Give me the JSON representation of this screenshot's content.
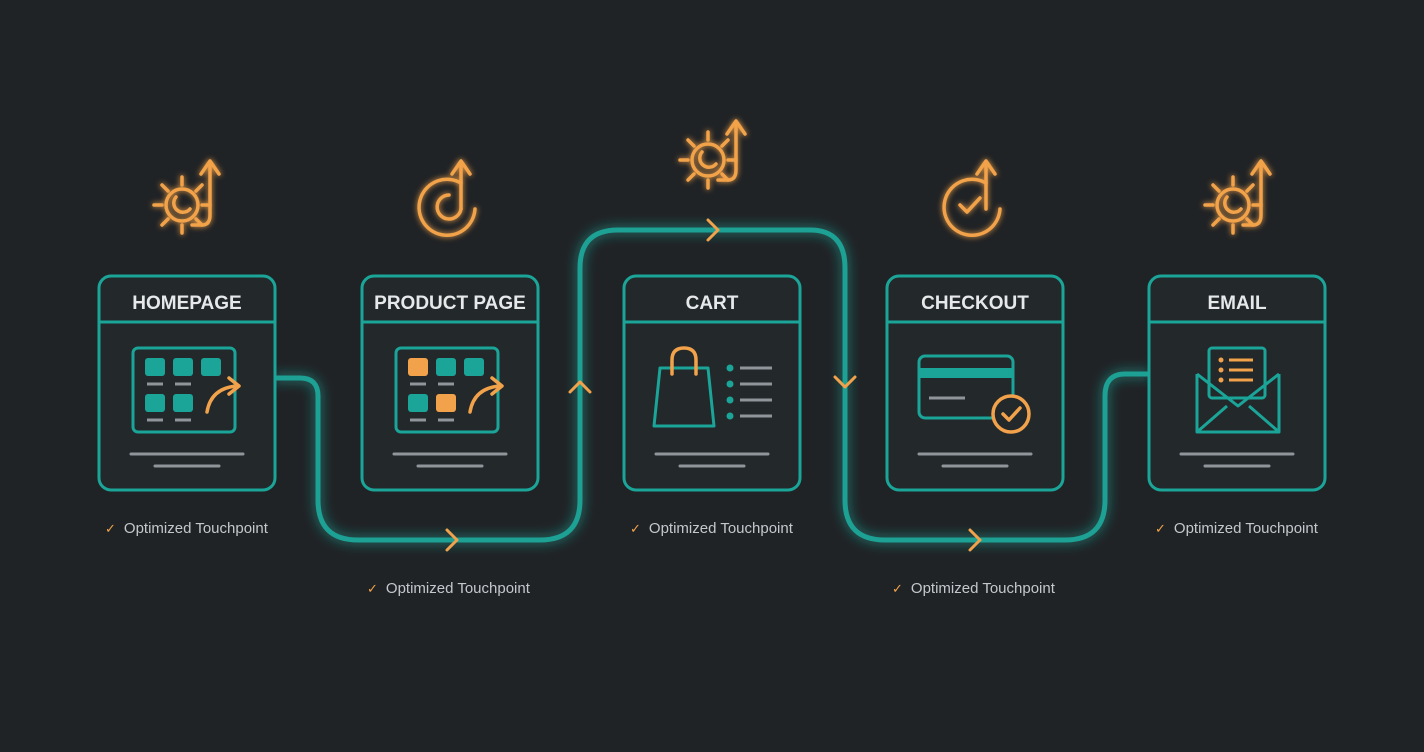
{
  "colors": {
    "background": "#202326",
    "teal": "#1aa598",
    "teal_glow": "#22d4c2",
    "orange": "#f2a24a",
    "text": "#e6e8ea",
    "muted": "#8f959b"
  },
  "stages": [
    {
      "id": "homepage",
      "title": "HOMEPAGE",
      "caption": "Optimized Touchpoint",
      "badge_icon": "gear-arrow-icon",
      "content_icon": "grid-share-icon"
    },
    {
      "id": "product-page",
      "title": "PRODUCT PAGE",
      "caption": "Optimized Touchpoint",
      "badge_icon": "refresh-arrow-icon",
      "content_icon": "grid-share-icon"
    },
    {
      "id": "cart",
      "title": "CART",
      "caption": "Optimized Touchpoint",
      "badge_icon": "gear-arrow-icon",
      "content_icon": "shopping-bag-icon"
    },
    {
      "id": "checkout",
      "title": "CHECKOUT",
      "caption": "Optimized Touchpoint",
      "badge_icon": "check-arrow-icon",
      "content_icon": "credit-card-icon"
    },
    {
      "id": "email",
      "title": "EMAIL",
      "caption": "Optimized Touchpoint",
      "badge_icon": "gear-arrow-icon",
      "content_icon": "envelope-icon"
    }
  ]
}
